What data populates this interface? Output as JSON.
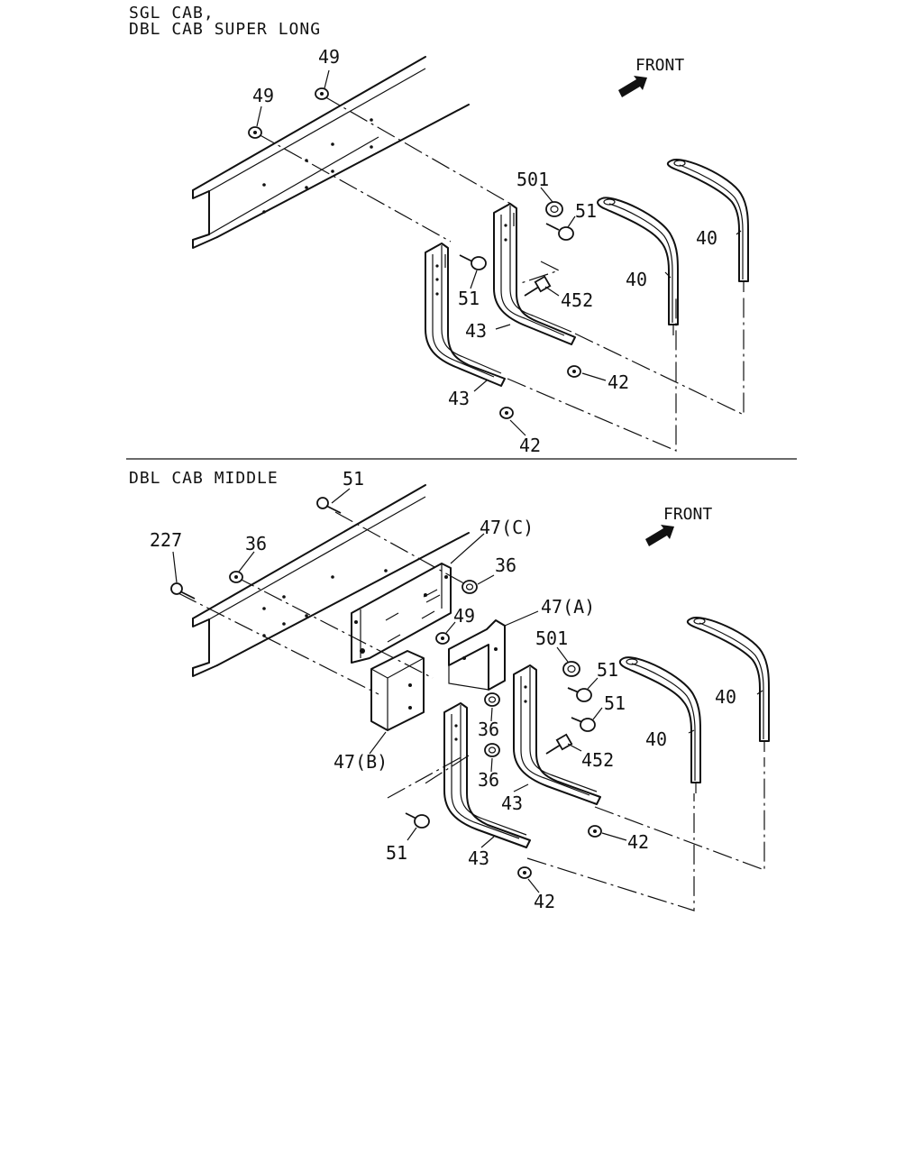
{
  "sections": [
    {
      "heading": [
        "SGL CAB,",
        "DBL CAB SUPER LONG"
      ],
      "front_label": "FRONT",
      "callouts": {
        "c49a": "49",
        "c49b": "49",
        "c501": "501",
        "c51a": "51",
        "c51b": "51",
        "c452": "452",
        "c43a": "43",
        "c43b": "43",
        "c42a": "42",
        "c42b": "42",
        "c40a": "40",
        "c40b": "40"
      }
    },
    {
      "heading": [
        "DBL CAB MIDDLE"
      ],
      "front_label": "FRONT",
      "callouts": {
        "c51top": "51",
        "c227": "227",
        "c36a": "36",
        "c36b": "36",
        "c36c": "36",
        "c36d": "36",
        "c47c": "47(C)",
        "c47a": "47(A)",
        "c47b": "47(B)",
        "c49": "49",
        "c501": "501",
        "c51a": "51",
        "c51b": "51",
        "c51c": "51",
        "c452": "452",
        "c43a": "43",
        "c43b": "43",
        "c42a": "42",
        "c42b": "42",
        "c40a": "40",
        "c40b": "40"
      }
    }
  ]
}
